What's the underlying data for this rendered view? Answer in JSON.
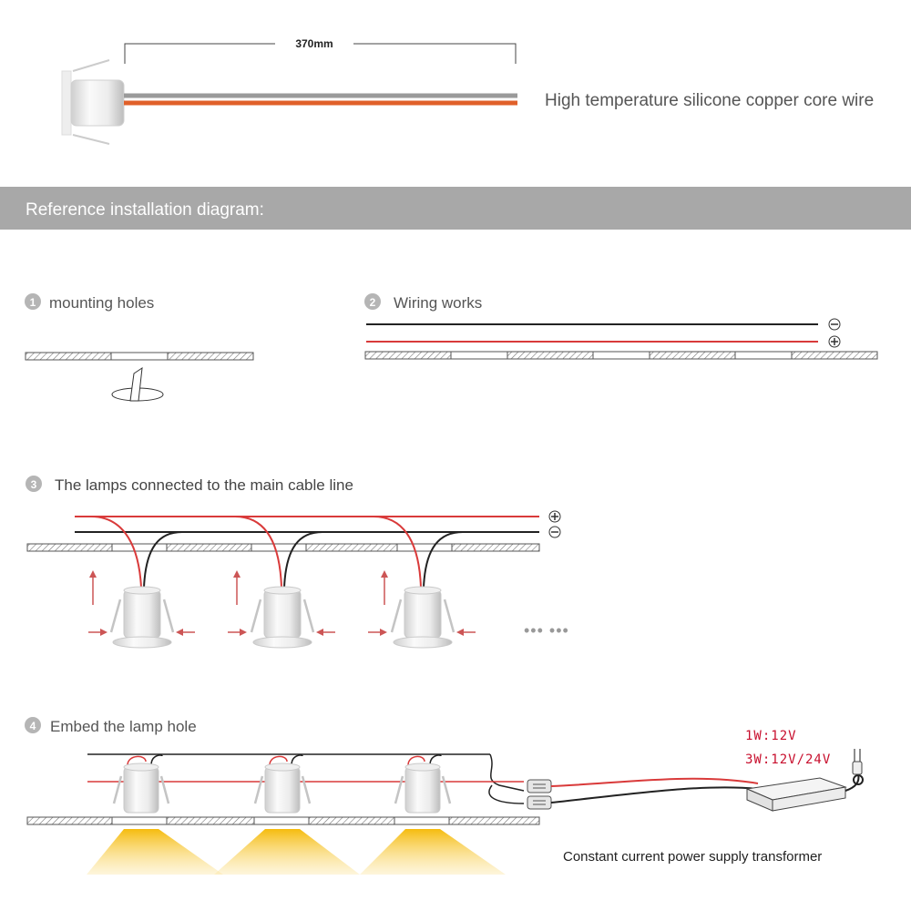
{
  "top": {
    "length_label": "370mm",
    "wire_caption": "High temperature silicone copper core wire"
  },
  "banner": {
    "title": "Reference installation diagram:"
  },
  "steps": [
    {
      "number": "1",
      "title": "mounting holes"
    },
    {
      "number": "2",
      "title": "Wiring works"
    },
    {
      "number": "3",
      "title": "The lamps connected to the main cable line"
    },
    {
      "number": "4",
      "title": "Embed the lamp hole"
    }
  ],
  "polarity": {
    "positive": "+",
    "negative": "−"
  },
  "step3": {
    "ellipsis": "••• •••"
  },
  "step4": {
    "spec_1w": "1W:12V",
    "spec_3w": "3W:12V/24V",
    "transformer_label": "Constant current power supply transformer"
  },
  "colors": {
    "banner": "#a8a8a8",
    "red_wire": "#d93a3a",
    "black_wire": "#222222",
    "orange_wire": "#e0602a",
    "spec_text": "#c8102e",
    "light_glow": "#f5b800"
  }
}
